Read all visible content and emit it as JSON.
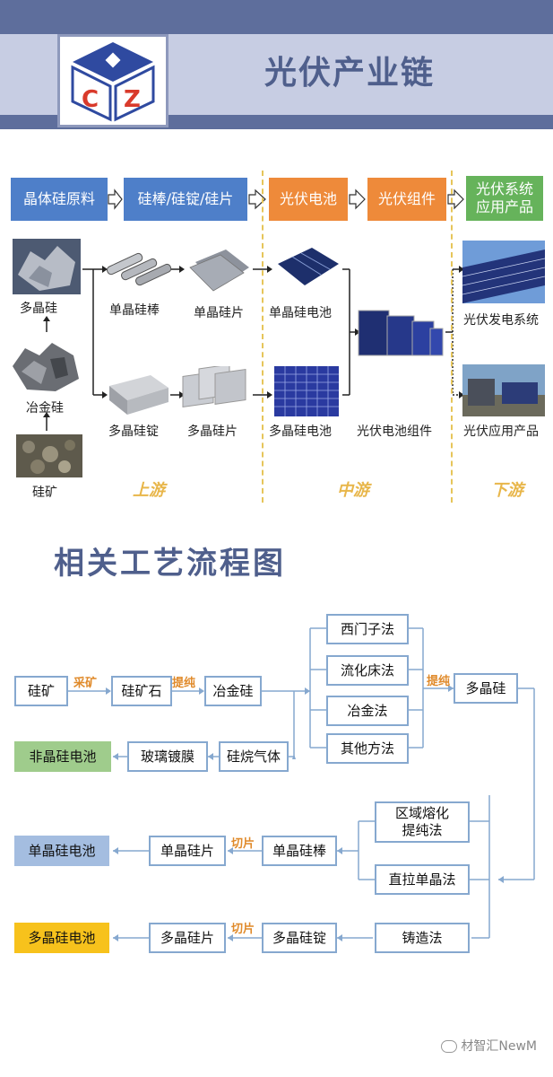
{
  "header": {
    "title": "光伏产业链",
    "logo_text": "CZ"
  },
  "chain": {
    "stages": [
      {
        "label": "晶体硅原料"
      },
      {
        "label": "硅棒/硅锭/硅片"
      },
      {
        "label": "光伏电池"
      },
      {
        "label": "光伏组件"
      },
      {
        "label": "光伏系统\n应用产品"
      }
    ],
    "images": {
      "polysilicon": "多晶硅",
      "metallurgical": "冶金硅",
      "ore": "硅矿",
      "mono_rod": "单晶硅棒",
      "mono_wafer": "单晶硅片",
      "poly_ingot": "多晶硅锭",
      "poly_wafer": "多晶硅片",
      "mono_cell": "单晶硅电池",
      "poly_cell": "多晶硅电池",
      "module": "光伏电池组件",
      "pv_system": "光伏发电系统",
      "pv_product": "光伏应用产品"
    },
    "regions": {
      "up": "上游",
      "mid": "中游",
      "down": "下游"
    }
  },
  "process": {
    "title": "相关工艺流程图",
    "nodes": {
      "ore": "硅矿",
      "ore_stone": "硅矿石",
      "met_si": "冶金硅",
      "siemens": "西门子法",
      "fluid": "流化床法",
      "metallurgy": "冶金法",
      "other": "其他方法",
      "poly": "多晶硅",
      "amorph": "非晶硅电池",
      "glass": "玻璃镀膜",
      "silane": "硅烷气体",
      "mono_cell": "单晶硅电池",
      "mono_wafer": "单晶硅片",
      "mono_rod": "单晶硅棒",
      "zone": "区域熔化\n提纯法",
      "cz": "直拉单晶法",
      "poly_cell": "多晶硅电池",
      "poly_wafer": "多晶硅片",
      "poly_ingot": "多晶硅锭",
      "cast": "铸造法"
    },
    "edge_labels": {
      "mining": "采矿",
      "purify1": "提纯",
      "purify2": "提纯",
      "slice1": "切片",
      "slice2": "切片"
    }
  },
  "watermark": "材智汇NewM",
  "colors": {
    "blue": "#4e7fc9",
    "orange": "#ee8a3a",
    "green": "#66b35b",
    "header": "#5e6e9c",
    "title_text": "#4f5f8c"
  }
}
